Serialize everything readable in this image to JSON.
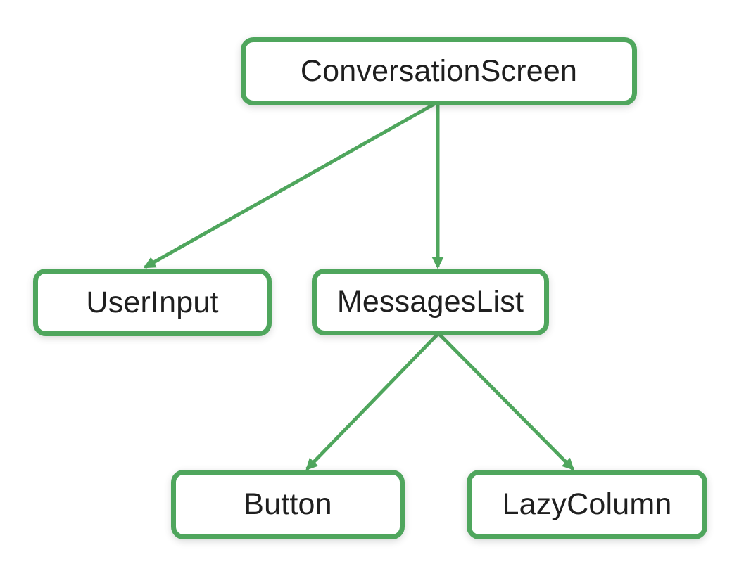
{
  "diagram": {
    "type": "tree",
    "nodes": [
      {
        "id": "conversation-screen",
        "label": "ConversationScreen"
      },
      {
        "id": "user-input",
        "label": "UserInput"
      },
      {
        "id": "messages-list",
        "label": "MessagesList"
      },
      {
        "id": "button",
        "label": "Button"
      },
      {
        "id": "lazy-column",
        "label": "LazyColumn"
      }
    ],
    "edges": [
      {
        "from": "ConversationScreen",
        "to": "UserInput"
      },
      {
        "from": "ConversationScreen",
        "to": "MessagesList"
      },
      {
        "from": "MessagesList",
        "to": "Button"
      },
      {
        "from": "MessagesList",
        "to": "LazyColumn"
      }
    ],
    "colors": {
      "accent": "#4FA65D",
      "node_fill": "#FFFFFF",
      "text": "#1F1F1F",
      "background": "#FFFFFF"
    }
  }
}
